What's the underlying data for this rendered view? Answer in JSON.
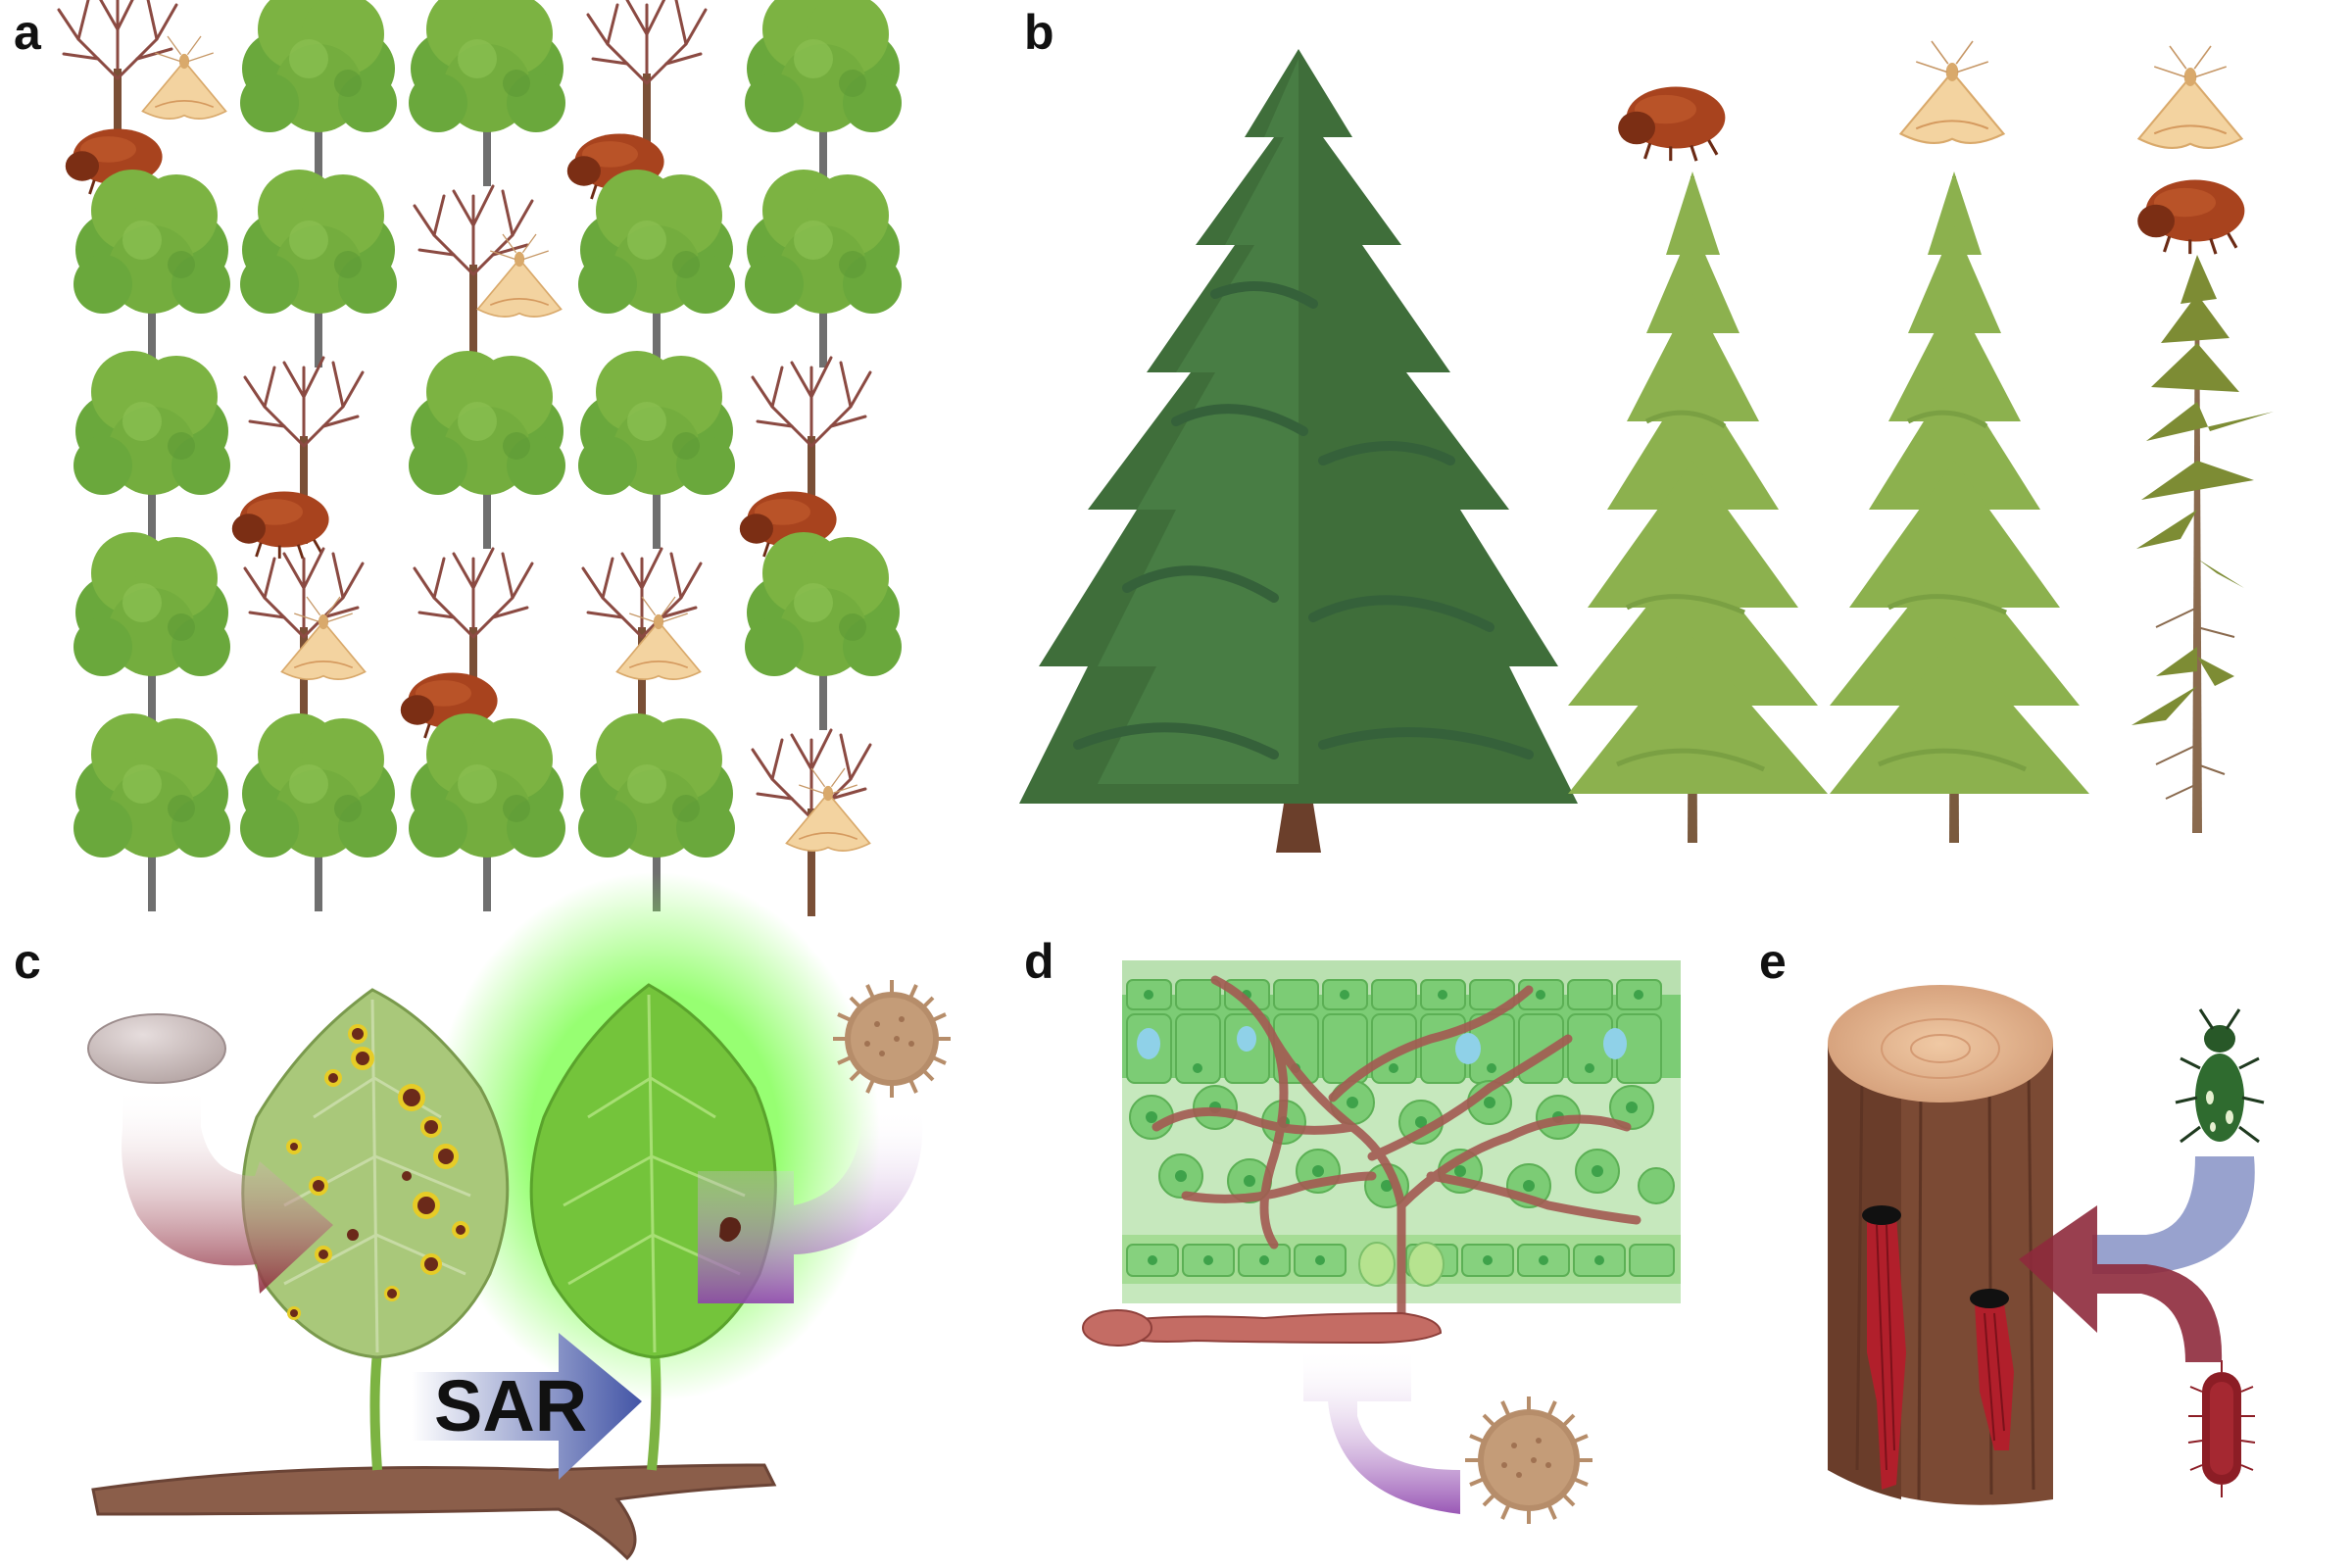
{
  "panels": {
    "a": {
      "letter": "a"
    },
    "b": {
      "letter": "b"
    },
    "c": {
      "letter": "c",
      "arrow_label": "SAR"
    },
    "d": {
      "letter": "d"
    },
    "e": {
      "letter": "e"
    }
  },
  "colors": {
    "leaf_green": "#7cb342",
    "canopy_dark": "#5d9a35",
    "conifer_dark": "#3f6e3a",
    "conifer_light": "#8cb14e",
    "bark": "#7a4f36",
    "beetle": "#a8431e",
    "moth": "#f3d3a0",
    "arrow_red": "#8e2a3c",
    "arrow_purple": "#8e44ad",
    "arrow_blue": "#4355a6",
    "healthy_glow": "#7dff4f",
    "lesion_brown": "#6b2a1a",
    "lesion_yellow": "#e6cc27",
    "fungal_hyphae": "#a35a52",
    "wood_top": "#e8b891",
    "green_beetle": "#2f6b2f",
    "bacterium": "#8c1d25"
  },
  "icons": [
    "deciduous-tree-icon",
    "dead-tree-icon",
    "bark-beetle-icon",
    "moth-icon",
    "conifer-icon",
    "stone-icon",
    "pollen-grain-icon",
    "leaf-icon",
    "branch-icon",
    "leaf-tissue-icon",
    "log-icon",
    "green-beetle-icon",
    "bacterium-icon"
  ]
}
